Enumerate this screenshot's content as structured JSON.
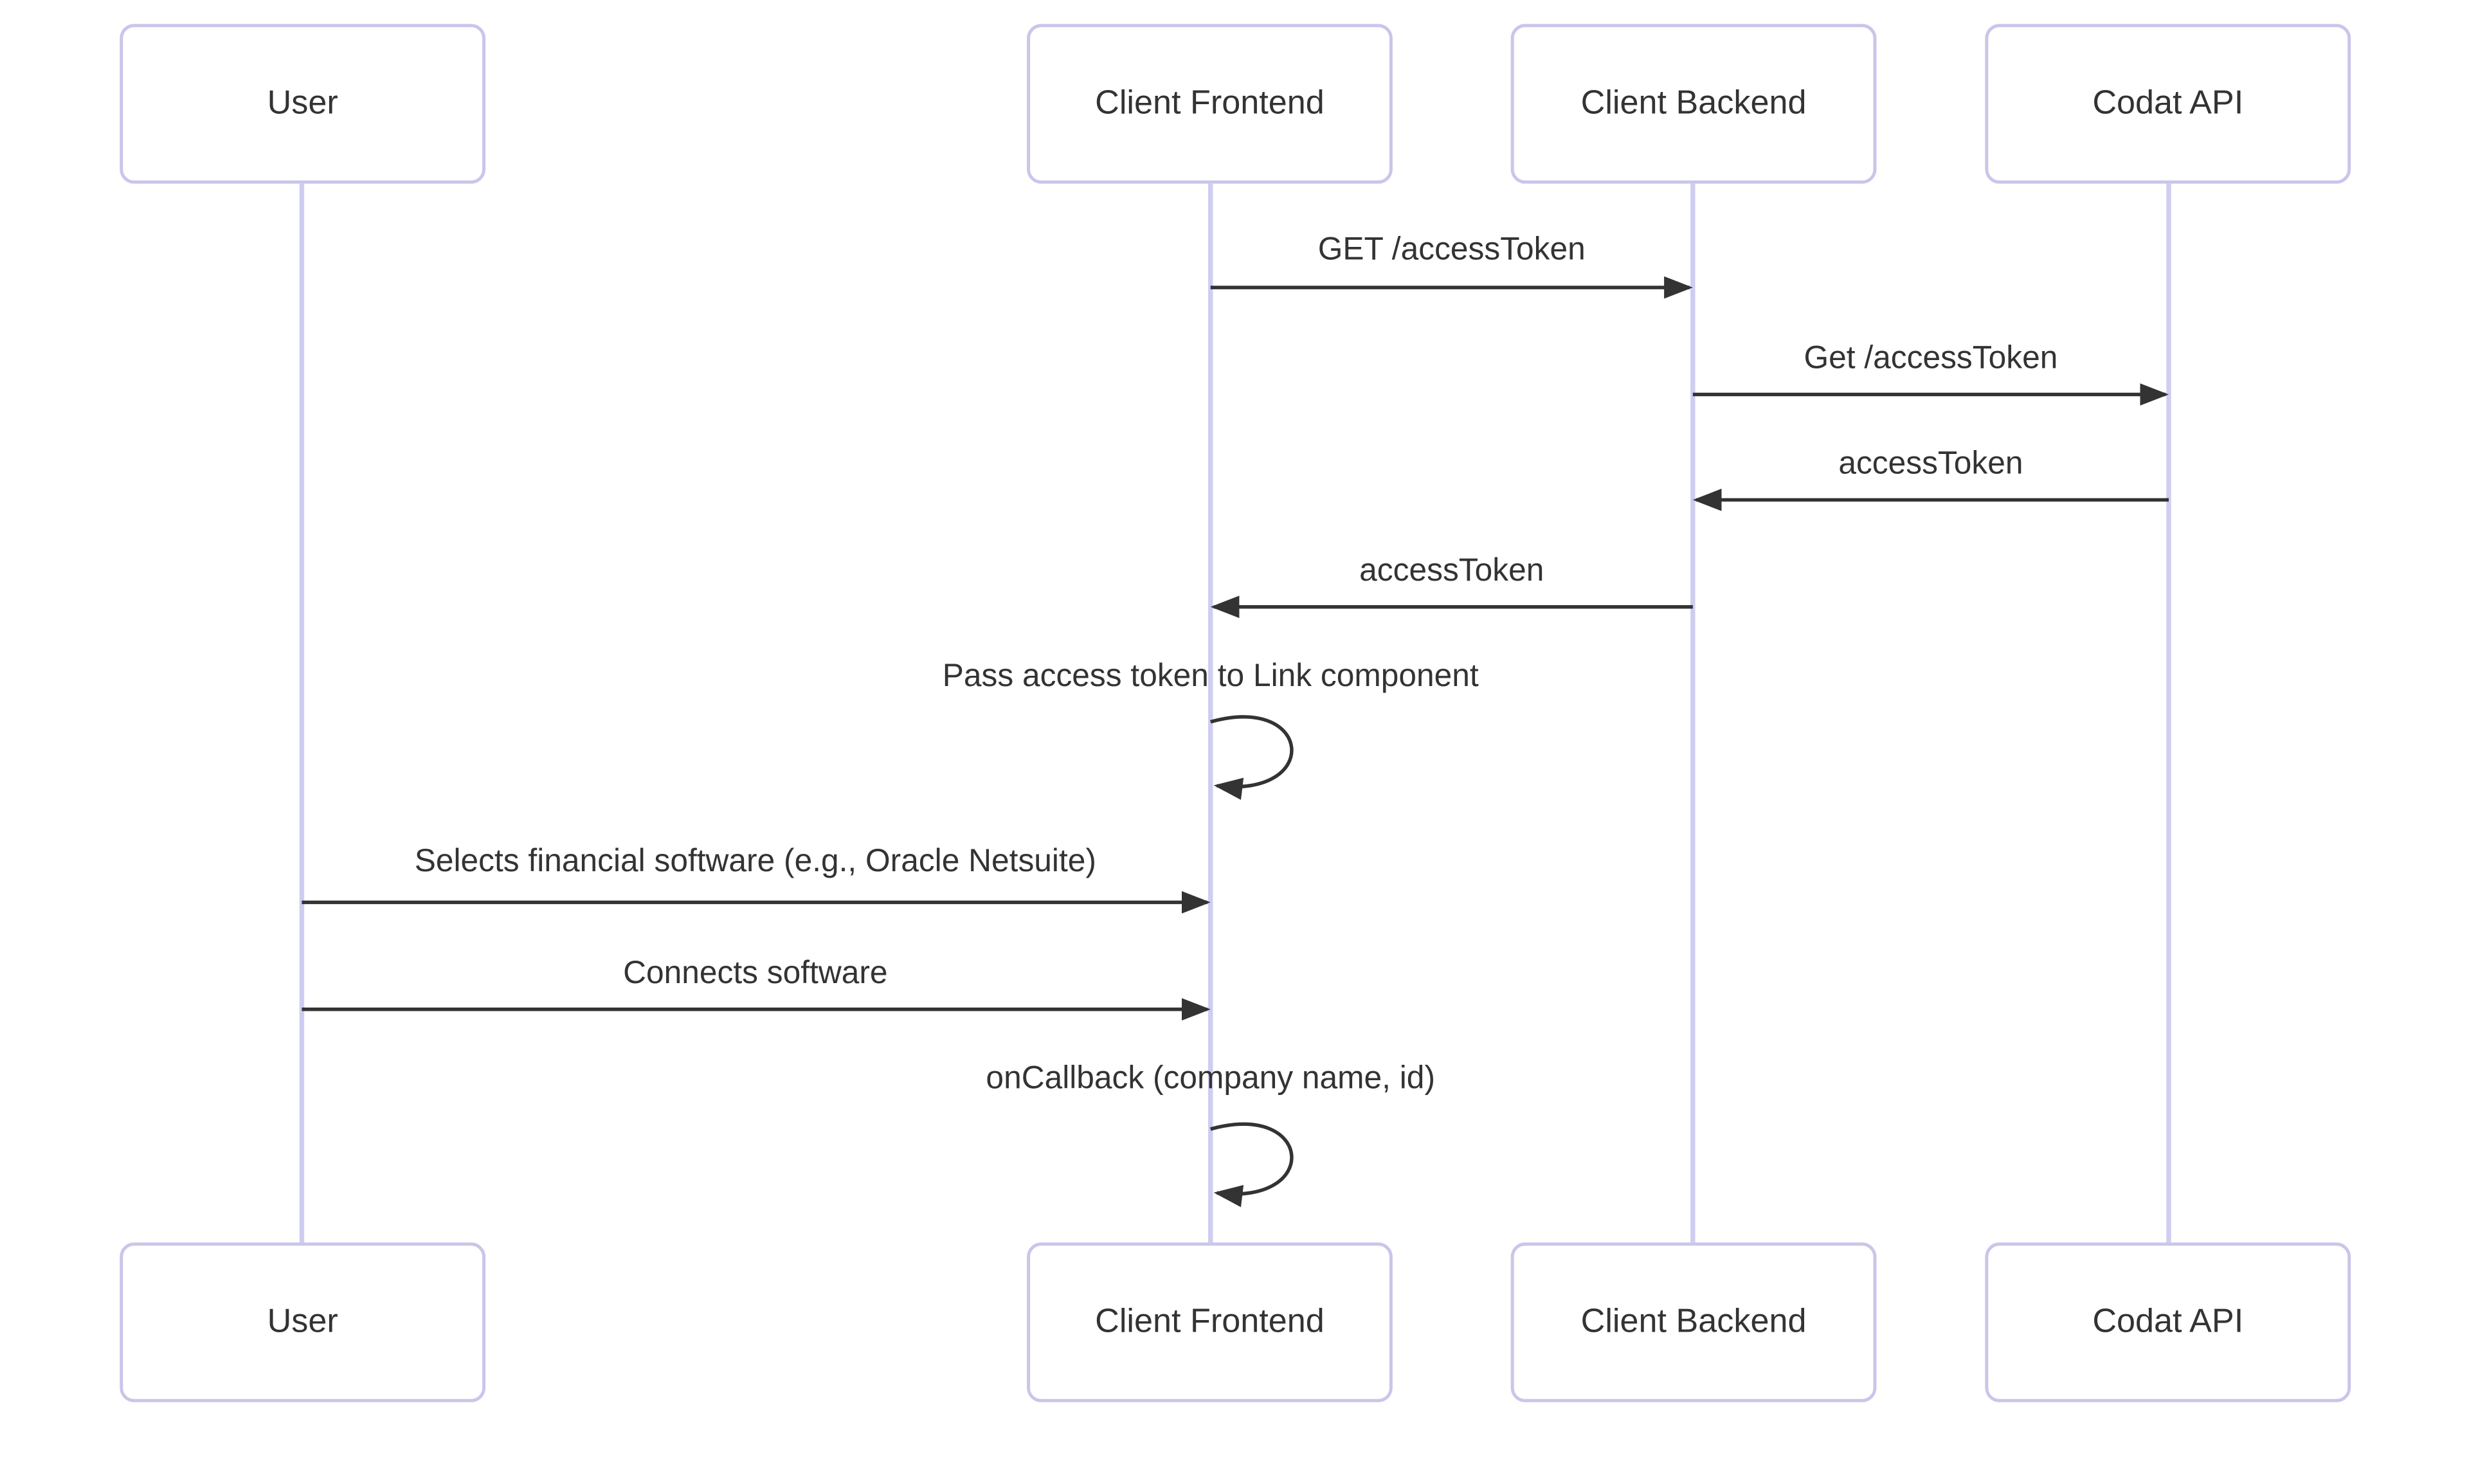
{
  "diagram": {
    "type": "sequence-diagram",
    "colors": {
      "background": "#ffffff",
      "actor_border": "#c9c6ea",
      "actor_fill": "#ffffff",
      "lifeline": "#cecdf1",
      "message_line": "#333333",
      "text": "#333333"
    },
    "actors": [
      {
        "id": "user",
        "label": "User"
      },
      {
        "id": "client-frontend",
        "label": "Client Frontend"
      },
      {
        "id": "client-backend",
        "label": "Client Backend"
      },
      {
        "id": "codat-api",
        "label": "Codat API"
      }
    ],
    "messages": [
      {
        "label": "GET /accessToken",
        "from": "Client Frontend",
        "to": "Client Backend",
        "kind": "solid-arrow"
      },
      {
        "label": "Get /accessToken",
        "from": "Client Backend",
        "to": "Codat API",
        "kind": "solid-arrow"
      },
      {
        "label": "accessToken",
        "from": "Codat API",
        "to": "Client Backend",
        "kind": "solid-arrow"
      },
      {
        "label": "accessToken",
        "from": "Client Backend",
        "to": "Client Frontend",
        "kind": "solid-arrow"
      },
      {
        "label": "Pass access token to Link component",
        "from": "Client Frontend",
        "to": "Client Frontend",
        "kind": "self-loop"
      },
      {
        "label": "Selects financial software (e.g., Oracle Netsuite)",
        "from": "User",
        "to": "Client Frontend",
        "kind": "solid-arrow"
      },
      {
        "label": "Connects software",
        "from": "User",
        "to": "Client Frontend",
        "kind": "solid-arrow"
      },
      {
        "label": "onCallback (company name, id)",
        "from": "Client Frontend",
        "to": "Client Frontend",
        "kind": "self-loop"
      }
    ]
  }
}
